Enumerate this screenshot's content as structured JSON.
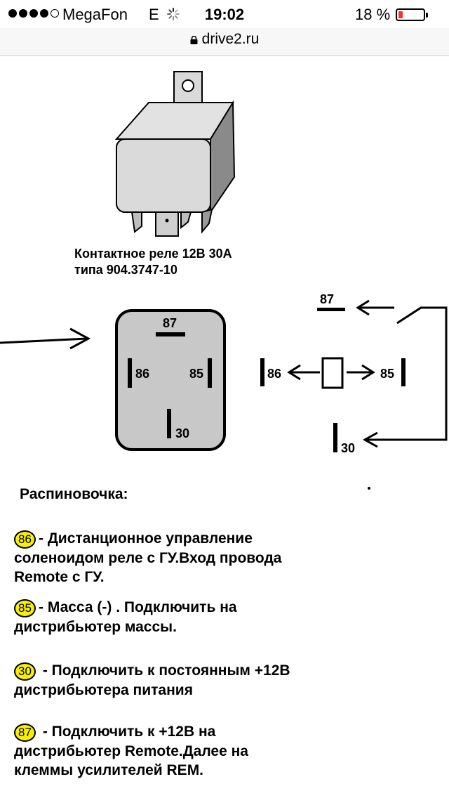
{
  "status_bar": {
    "carrier": "MegaFon",
    "network": "E",
    "time": "19:02",
    "battery_percent_text": "18 %",
    "battery_level": 0.18,
    "signal_filled": 4,
    "signal_total": 5
  },
  "url_bar": {
    "domain": "drive2.ru"
  },
  "relay": {
    "caption_line1": "Контактное реле 12В 30А",
    "caption_line2": "типа 904.3747-10"
  },
  "relay_face_labels": {
    "pin87": "87",
    "pin86": "86",
    "pin85": "85",
    "pin30": "30"
  },
  "schematic_labels": {
    "pin87": "87",
    "pin86": "86",
    "pin85": "85",
    "pin30": "30"
  },
  "pinout": {
    "title": "Распиновочка:",
    "items": [
      {
        "pin": "86",
        "text": "- Дистанционное управление соленоидом реле с ГУ.Вход провода Remote с ГУ."
      },
      {
        "pin": "85",
        "text": "- Масса (-) . Подключить на дистрибьютер массы."
      },
      {
        "pin": "30",
        "text": " - Подключить к постоянным +12В дистрибьютера питания"
      },
      {
        "pin": "87",
        "text": " - Подключить к +12В на дистрибьютер Remote.Далее на клеммы усилителей REM."
      }
    ]
  },
  "colors": {
    "badge": "#f8f000",
    "battery_low": "#ff2d2d",
    "relay_body": "#c8c8c8"
  }
}
